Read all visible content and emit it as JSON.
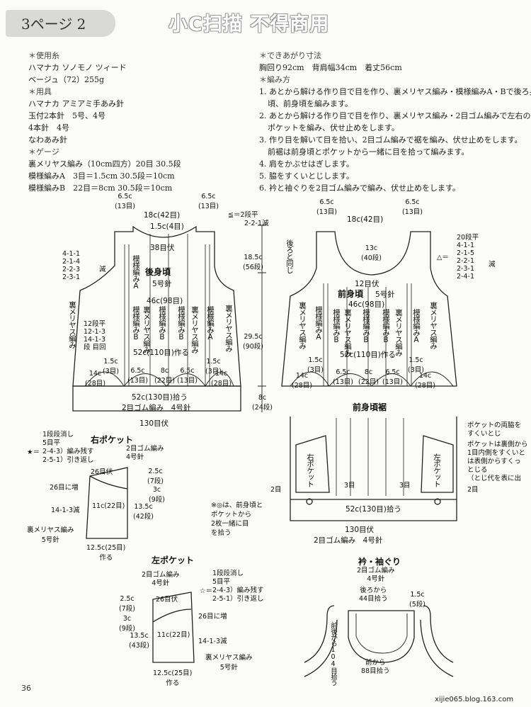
{
  "header": {
    "tab_label": "3ページ 2",
    "banner": "小C扫描 不得商用"
  },
  "materials": {
    "yarn_head": "＊使用糸",
    "yarn_line1": "ハマナカ ソノモノ ツィード",
    "yarn_line2": "ベージュ（72）255g",
    "tools_head": "＊用具",
    "tools_line1": "ハマナカ アミアミ手あみ針",
    "tools_line2": "玉付2本針　5号、4号",
    "tools_line3": "4本針　4号",
    "tools_line4": "なわあみ針",
    "gauge_head": "＊ゲージ",
    "gauge_line1": "裏メリヤス編み（10cm四方）20目 30.5段",
    "gauge_line2": "模様編みA　3目＝1.5cm 30.5段＝10cm",
    "gauge_line3": "模様編みB　22目＝8cm 30.5段＝10cm"
  },
  "finished": {
    "head": "＊できあがり寸法",
    "line": "胸回り92cm　背肩幅34cm　着丈56cm"
  },
  "method": {
    "head": "＊編み方",
    "s1a": "1. あとから解ける作り目で目を作り、裏メリヤス編み・模様編みA・Bで後ろ身",
    "s1b": "頃、前身頃を編みます。",
    "s2a": "2. あとから解ける作り目で目を作り、裏メリヤス編み・2目ゴム編みで左右の",
    "s2b": "ポケットを編み、伏せ止めをします。",
    "s3a": "3. 作り目を解いて目を拾い、2目ゴム編みで裾を編み、伏せ止めをします。",
    "s3b": "前裾は前身頃とポケットから一緒に目を拾って編みます。",
    "s4": "4. 肩をかぶせはぎします。",
    "s5": "5. 脇をすくいとじします。",
    "s6": "6. 衿と袖ぐりを2目ゴム編みで編み、伏せ止めをします。"
  },
  "back": {
    "title": "後身頃",
    "needle": "5号針",
    "shoulder": "6.5c",
    "shoulder_st": "(13目)",
    "neck": "18c(42目)",
    "neck_depth": "1.5c(4目)",
    "bind_off": "38目伏",
    "armhole_dec": [
      "4-1-1",
      "2-1-4",
      "2-2-3",
      "2-3-1"
    ],
    "dec_word": "減",
    "chest": "46c(98目)",
    "hem_top": "52c(110目)作る",
    "hem_pick": "52c(130目)拾う",
    "rib": "2目ゴム編み　4号針",
    "rib_bind": "130目伏",
    "side_inc": "12段平",
    "side_rows1": "12-1-3",
    "side_rows2": "14-1-3",
    "side_rows3": "段 目回",
    "side_label": "裏メリヤス編み",
    "pattern_a": "模様編みA",
    "pattern_b": "模様編みB",
    "rev_st": "裏メリヤス編み",
    "col1": "14c",
    "col1_st": "(28目)",
    "col2": "1.5c",
    "col2_st": "(3目)",
    "col3": "6.5c",
    "col3_st": "(13目)",
    "col4": "8c",
    "col4_st": "(22目)"
  },
  "middle": {
    "shoulder_rule": "≦＝2段平",
    "shoulder_rule2": "2-2-1減",
    "h1": "18.5c",
    "h1_rows": "(56段)",
    "h2": "29.5c",
    "h2_rows": "(90段)",
    "h3": "8c",
    "h3_rows": "(24段)",
    "same_as_back": "後ろと同じ"
  },
  "front": {
    "title": "前身頃",
    "needle": "5号針",
    "neck": "18c(42目)",
    "neck_depth": "13c",
    "neck_depth_st": "(40段)",
    "bind_off": "12目伏",
    "chest": "46c(98目)",
    "hem_top": "52c(110目)作る",
    "rows_head": "20段平",
    "rows": [
      "4-1-1",
      "2-1-5",
      "2-2-1",
      "2-3-1",
      "2-4-1"
    ],
    "tri_label": "△＝",
    "dec_word": "減"
  },
  "front_hem": {
    "title": "前身頃裾",
    "right_pocket": "右ポケット",
    "left_pocket": "左ポケット",
    "pick": "52c(130目)拾う",
    "bind": "130目伏",
    "rib": "2目ゴム編み　4号針",
    "edge": "2目",
    "edge2": "3目",
    "note1": "ポケットの両脇を",
    "note2": "すくいとじ",
    "note3": "ポケットは裏側から",
    "note4": "1目内側をすくいと",
    "note5": "は表側からすくっ",
    "note6": "とじる",
    "note7": "（とじ代を表に出"
  },
  "right_pocket": {
    "title": "右ポケット",
    "rule1": "1段段消し",
    "rule2": "5目平",
    "rule3": "2-4-3）編み残す",
    "rule4": "2-5-1）引き返し",
    "star": "★＝",
    "rib": "2目ゴム編み",
    "needle": "4号針",
    "bind": "26目伏",
    "inc": "26目に増",
    "w_top": "2.5c",
    "w_top_rows": "(7段)",
    "h3": "3c",
    "h3_rows": "(9段)",
    "h_mid": "13.5c",
    "h_mid_rows": "(42段)",
    "mid": "11c(22目)",
    "dec": "14-1-3減",
    "body": "裏メリヤス編み",
    "body_needle": "5号針",
    "bottom": "12.5c(25目)",
    "make": "作る"
  },
  "joint_note": {
    "l1": "※◎は、前身頃と",
    "l2": "ポケットから",
    "l3": "2枚一緒に目",
    "l4": "を拾う"
  },
  "left_pocket": {
    "title": "左ポケット",
    "rib": "2目ゴム編み",
    "needle": "4号針",
    "rule1": "1段段消し",
    "rule2": "5目平",
    "rule3": "2-4-3）編み残す",
    "rule4": "2-5-1）引き返し",
    "star": "☆＝",
    "bind": "26目伏",
    "inc": "26目に増",
    "w_top": "2.5c",
    "w_top_rows": "(7段)",
    "h3": "3c",
    "h3_rows": "(9段)",
    "h_mid": "13.5c",
    "h_mid_rows": "(43段)",
    "mid": "11c(22目)",
    "dec": "14-1-3減",
    "body": "裏メリヤス編み",
    "body_needle": "5号針",
    "bottom": "12.5c(25目)",
    "make": "作る"
  },
  "collar": {
    "title": "衿・袖ぐり",
    "rib": "2目ゴム編み",
    "needle": "4号針",
    "back_pick": "後ろから",
    "back_pick2": "44目拾う",
    "front_pick": "前から",
    "front_pick2": "88目拾う",
    "side": "前後から104目拾う",
    "edge": "1.5c",
    "edge_rows": "(5段)"
  },
  "footer": {
    "page": "36",
    "blog": "xijie065.blog.163.com"
  }
}
